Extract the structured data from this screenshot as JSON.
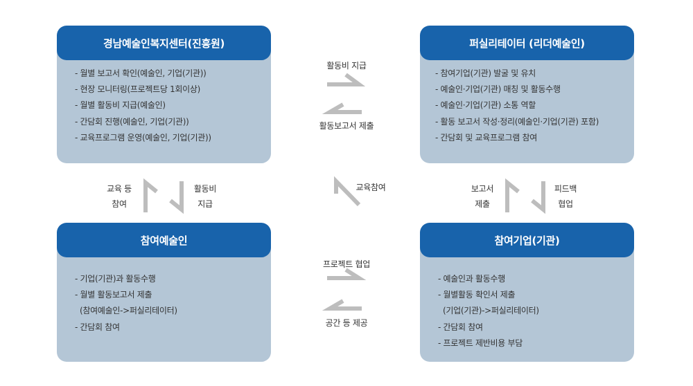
{
  "cards": {
    "top_left": {
      "title": "경남예술인복지센터(진흥원)",
      "items": [
        "- 월별 보고서 확인(예술인, 기업(기관))",
        "- 현장 모니터링(프로젝트당 1회이상)",
        "- 월별 활동비 지급(예술인)",
        "- 간담회 진행(예술인, 기업(기관))",
        "- 교육프로그램 운영(예술인, 기업(기관))"
      ]
    },
    "top_right": {
      "title": "퍼실리테이터 (리더예술인)",
      "items": [
        "- 참여기업(기관) 발굴 및 유치",
        "- 예술인·기업(기관) 매칭 및 활동수행",
        "- 예술인·기업(기관) 소통 역할",
        "- 활동 보고서 작성·정리(예술인·기업(기관) 포함)",
        "- 간담회 및 교육프로그램 참여"
      ]
    },
    "bottom_left": {
      "title": "참여예술인",
      "items": [
        "- 기업(기관)과 활동수행",
        "- 월별 활동보고서 제출",
        "  (참여예술인->퍼실리테이터)",
        "- 간담회 참여"
      ]
    },
    "bottom_right": {
      "title": "참여기업(기관)",
      "items": [
        "- 예술인과 활동수행",
        "- 월별활동 확인서 제출",
        "  (기업(기관)->퍼실리테이터)",
        "- 간담회 참여",
        "- 프로젝트 제반비용 부담"
      ]
    }
  },
  "flows": {
    "top_right_label": "활동비 지급",
    "top_left_label": "활동보고서 제출",
    "left_up_label_1": "교육 등",
    "left_up_label_2": "참여",
    "left_down_label_1": "활동비",
    "left_down_label_2": "지급",
    "right_up_label_1": "보고서",
    "right_up_label_2": "제출",
    "right_down_label_1": "피드백",
    "right_down_label_2": "협업",
    "diagonal_label": "교육참여",
    "bottom_right_label": "프로젝트 협업",
    "bottom_left_label": "공간 등 제공"
  },
  "colors": {
    "header": "#1863ab",
    "card_body": "#b4c6d6",
    "arrow": "#bdbdbd"
  }
}
